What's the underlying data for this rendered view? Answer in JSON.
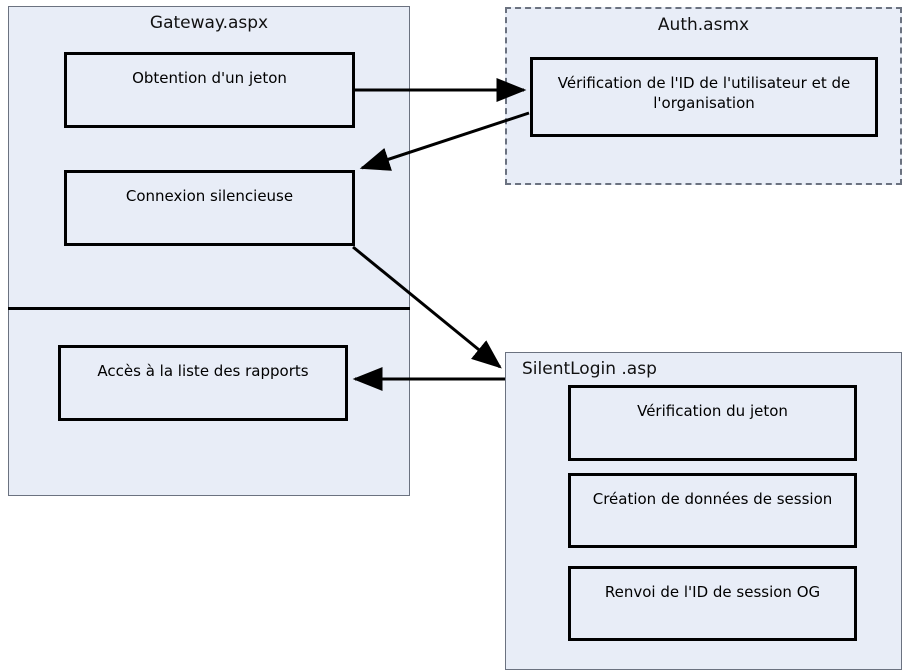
{
  "diagram": {
    "title_bar": "",
    "colors": {
      "container_fill": "#e8edf7",
      "container_stroke": "#6b7280",
      "node_fill": "#e8edf7",
      "node_stroke": "#000000",
      "edge_stroke": "#000000",
      "text": "#000000"
    },
    "containers": [
      {
        "id": "gateway",
        "title": "Gateway.aspx",
        "border_style": "solid"
      },
      {
        "id": "auth",
        "title": "Auth.asmx",
        "border_style": "dashed"
      },
      {
        "id": "silentlogin",
        "title": "SilentLogin .asp",
        "border_style": "solid"
      }
    ],
    "nodes": [
      {
        "id": "obtention-jeton",
        "label": "Obtention d'un jeton"
      },
      {
        "id": "connexion-silencieuse",
        "label": "Connexion silencieuse"
      },
      {
        "id": "acces-liste-rapports",
        "label": "Accès à la liste des rapports"
      },
      {
        "id": "verification-id",
        "label": "Vérification de l'ID de l'utilisateur et de l'organisation"
      },
      {
        "id": "verification-jeton",
        "label": "Vérification du jeton"
      },
      {
        "id": "creation-donnees-session",
        "label": "Création de données de session"
      },
      {
        "id": "renvoi-id-session",
        "label": "Renvoi de l'ID de session OG"
      }
    ],
    "edges": [
      {
        "id": "edge-1",
        "from": "obtention-jeton",
        "to": "verification-id",
        "label": ""
      },
      {
        "id": "edge-2",
        "from": "verification-id",
        "to": "connexion-silencieuse",
        "label": ""
      },
      {
        "id": "edge-3",
        "from": "connexion-silencieuse",
        "to": "silentlogin",
        "label": ""
      },
      {
        "id": "edge-4",
        "from": "silentlogin",
        "to": "acces-liste-rapports",
        "label": ""
      }
    ]
  }
}
